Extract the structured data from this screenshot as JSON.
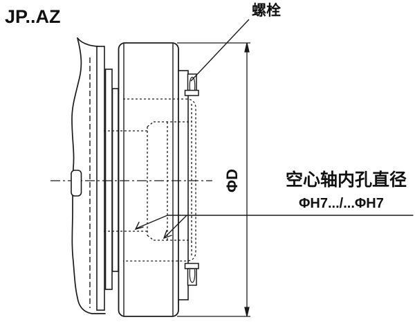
{
  "page": {
    "background": "#ffffff",
    "line_color": "#1a1a1a"
  },
  "title": "JP..AZ",
  "labels": {
    "bolt": "螺栓",
    "hollow_shaft_title": "空心轴内孔直径",
    "hollow_shaft_spec": "ΦH7.../...ΦH7",
    "diameter": "ΦD"
  }
}
